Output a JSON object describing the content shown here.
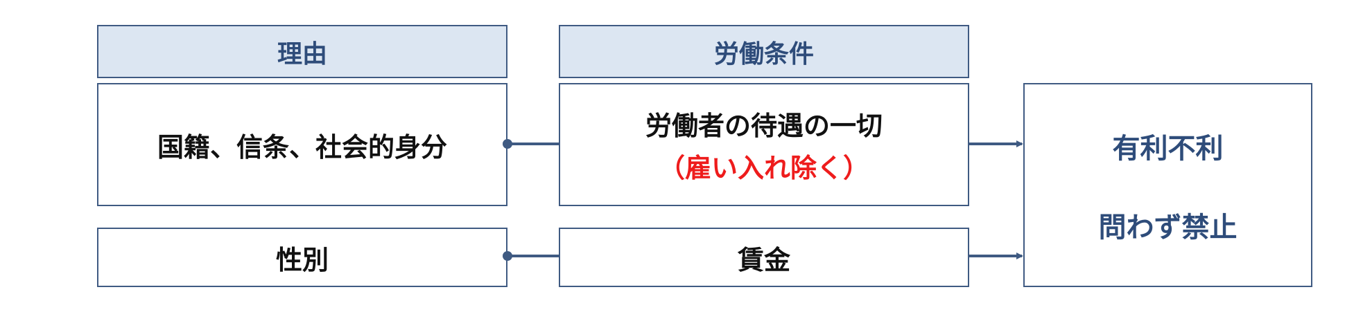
{
  "headers": {
    "reason": "理由",
    "conditions": "労働条件"
  },
  "rows": [
    {
      "reason": "国籍、信条、社会的身分",
      "condition": "労働者の待遇の一切",
      "condition_note": "（雇い入れ除く）"
    },
    {
      "reason": "性別",
      "condition": "賃金"
    }
  ],
  "result": {
    "line1": "有利不利",
    "line2": "問わず禁止"
  },
  "colors": {
    "border": "#3f5a82",
    "header_fill": "#dce6f2",
    "header_text": "#2e4c7a",
    "emphasis": "#ee1c1c"
  }
}
